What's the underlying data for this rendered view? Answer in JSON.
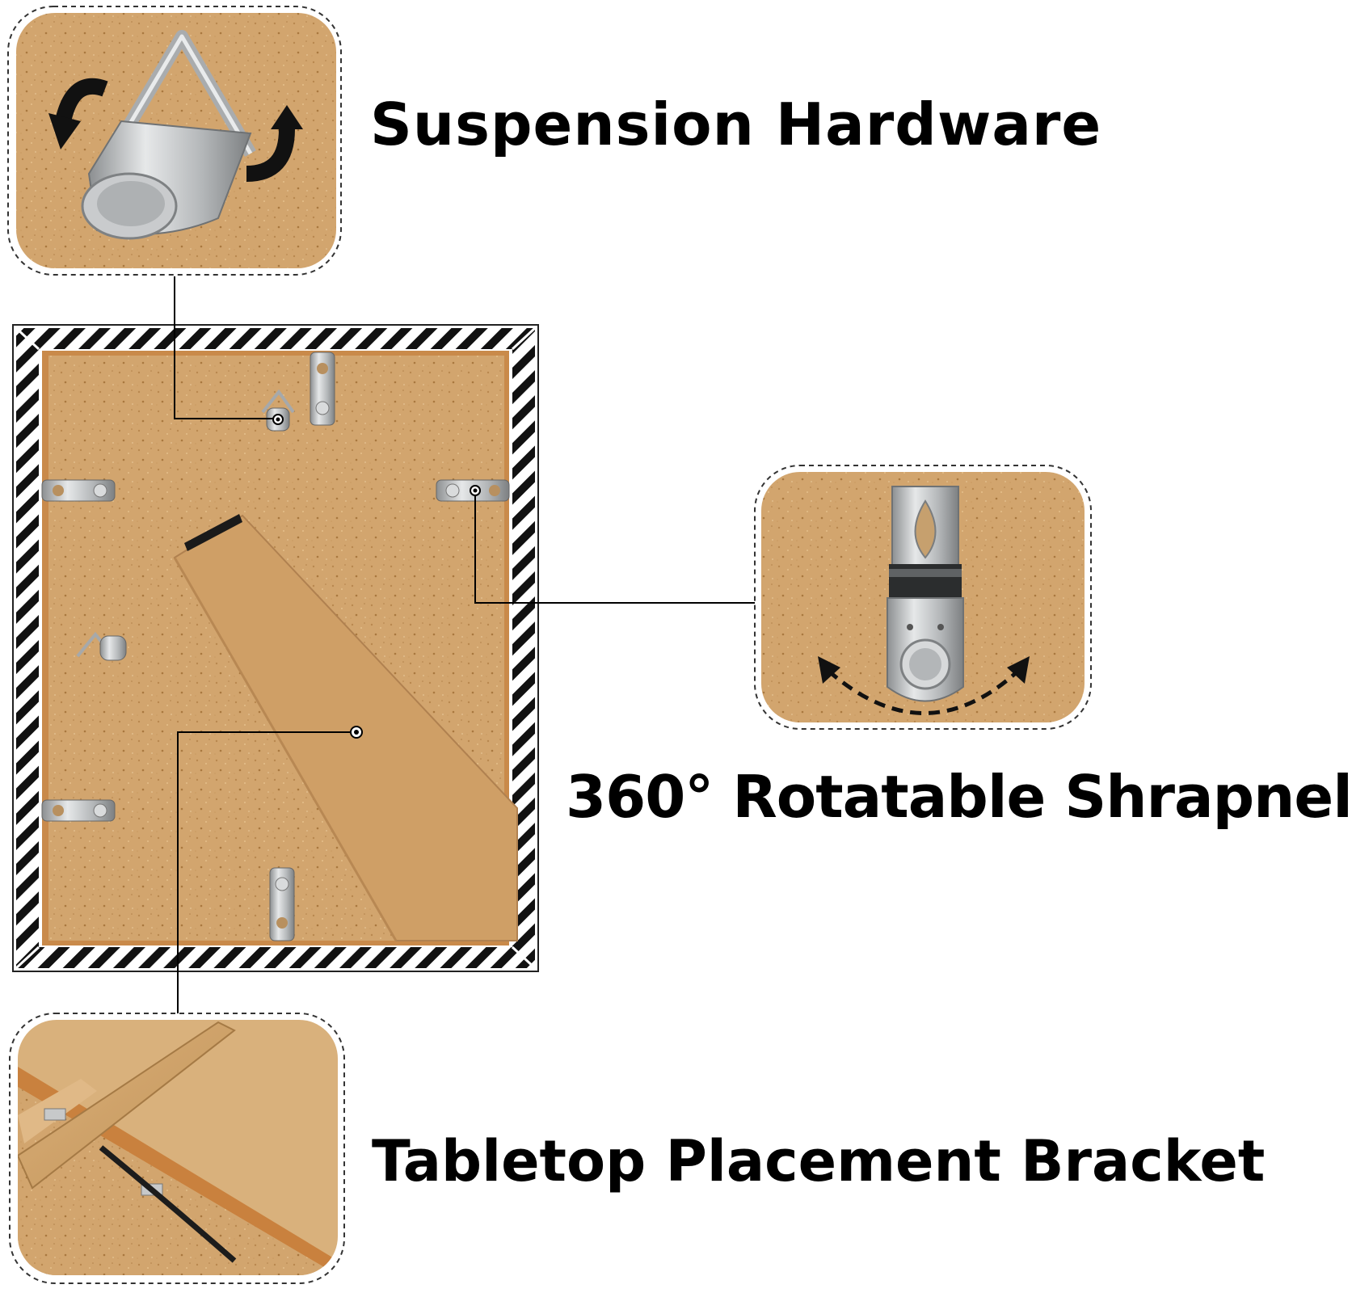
{
  "labels": {
    "suspension_hardware": "Suspension Hardware",
    "rotatable_shrapnel": "360° Rotatable Shrapnel",
    "tabletop_bracket": "Tabletop Placement Bracket"
  },
  "colors": {
    "background": "#ffffff",
    "board": "#d3a770",
    "board_dark": "#b98a52",
    "frame_stripe": "#111111",
    "metal": "#c9cbcc",
    "metal_dark": "#8e9193",
    "leader_line": "#000000",
    "callout_border": "#333333"
  },
  "icons": {
    "hanger": "triangle-hanger-icon",
    "clip": "rotatable-clip-icon",
    "stand": "easel-stand-icon",
    "rotate_arrows": "rotate-arrows-icon",
    "curved_arrow": "curved-dashed-arrow-icon"
  }
}
